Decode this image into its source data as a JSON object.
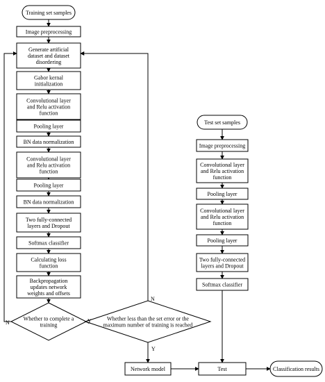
{
  "left_column": {
    "start": "Training set samples",
    "steps": [
      [
        "Image preprocessing"
      ],
      [
        "Generate  artificial",
        "dataset and dataset",
        "disordering"
      ],
      [
        "Gabor kernal",
        "initialization"
      ],
      [
        "Convolutional layer",
        "and Relu activation",
        "function"
      ],
      [
        "Pooling layer"
      ],
      [
        "BN data normalization"
      ],
      [
        "Convolutional layer",
        "and Relu activation",
        "function"
      ],
      [
        "Pooling layer"
      ],
      [
        "BN data normalization"
      ],
      [
        "Two fully-connected",
        "layers and Dropout"
      ],
      [
        "Softmax classifier"
      ],
      [
        "Calculating loss",
        "function"
      ],
      [
        "Backpropagation",
        "updates network",
        "weights and offsets"
      ]
    ]
  },
  "decision_training": [
    "Whether to complete a",
    "training"
  ],
  "decision_error": [
    "Whether less than the set error or the",
    "maximum number of training is reached"
  ],
  "right_column": {
    "start": "Test set samples",
    "steps": [
      [
        "Image preprocessing"
      ],
      [
        "Convolutional  layer",
        "and Relu activation",
        "function"
      ],
      [
        "Pooling layer"
      ],
      [
        "Convolutional layer",
        "and Relu activation",
        "function"
      ],
      [
        "Pooling layer"
      ],
      [
        "Two fully-connected",
        "layers and Dropout"
      ],
      [
        "Softmax classifier"
      ]
    ]
  },
  "bottom": {
    "network_model": "Network model",
    "test": "Test",
    "result": "Classification results"
  },
  "labels": {
    "n_left": "N",
    "y_right": "Y",
    "n_top": "N",
    "y_down": "Y"
  }
}
